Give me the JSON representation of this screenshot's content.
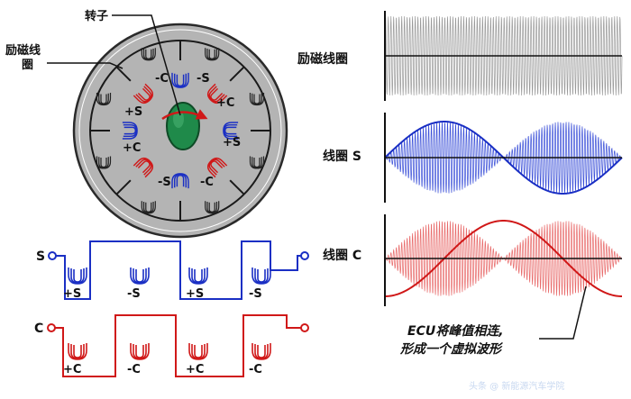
{
  "labels": {
    "rotor": "转子",
    "excitation_coil_line1": "励磁线",
    "excitation_coil_line2": "圈",
    "plus_s": "+S",
    "minus_s": "-S",
    "plus_c": "+C",
    "minus_c": "-C",
    "s": "S",
    "c": "C"
  },
  "waveforms": {
    "excitation_label": "励磁线圈",
    "coil_s_label": "线圈 S",
    "coil_c_label": "线圈 C"
  },
  "annotation": {
    "line1": "ECU将峰值相连,",
    "line2": "形成一个虚拟波形"
  },
  "watermark": "头条 @ 新能源汽车学院",
  "colors": {
    "stator": "#b4b4b4",
    "rotor": "#1f8a4a",
    "blue": "#1a2fc4",
    "red": "#d01818",
    "excitation_wave": "#9a9a9a",
    "coil_s_wave": "#3a4fd8",
    "coil_c_wave": "#e86a6a"
  }
}
